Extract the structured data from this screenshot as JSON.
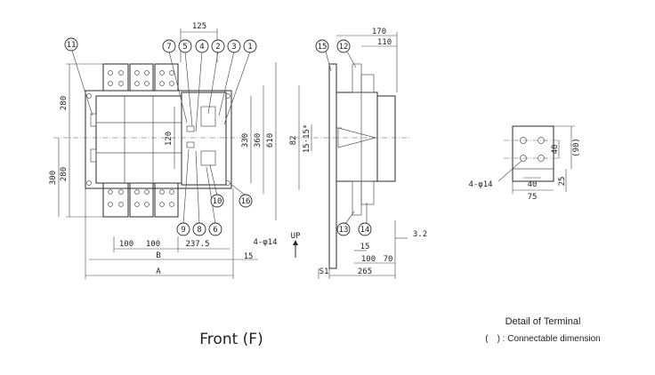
{
  "front": {
    "caption": "Front (F)",
    "dims": {
      "top_125": "125",
      "left_280_top": "280",
      "left_280_bot": "280",
      "left_300": "300",
      "inner_120": "120",
      "right_330": "330",
      "right_360": "360",
      "right_610": "610",
      "bot_100a": "100",
      "bot_100b": "100",
      "bot_2375": "237.5",
      "bot_B": "B",
      "bot_A": "A",
      "bot_15": "15",
      "holes": "4-φ14"
    },
    "callouts": [
      "11",
      "7",
      "5",
      "4",
      "2",
      "3",
      "1",
      "9",
      "8",
      "6",
      "10",
      "16"
    ]
  },
  "side": {
    "dims": {
      "top_170": "170",
      "top_110": "110",
      "v_82": "82",
      "v_155": "15·15*",
      "bot_15": "15",
      "bot_100": "100",
      "bot_70": "70",
      "bot_265": "265",
      "bot_s1": "S1",
      "gap_32": "3.2",
      "up": "UP"
    },
    "callouts": [
      "15",
      "12",
      "13",
      "14"
    ]
  },
  "detail": {
    "title": "Detail of Terminal",
    "note": "(　) : Connectable dimension",
    "dims": {
      "holes": "4-φ14",
      "w_40": "40",
      "w_75": "75",
      "h_40": "40",
      "h_90": "(90)",
      "h_25": "25"
    }
  }
}
